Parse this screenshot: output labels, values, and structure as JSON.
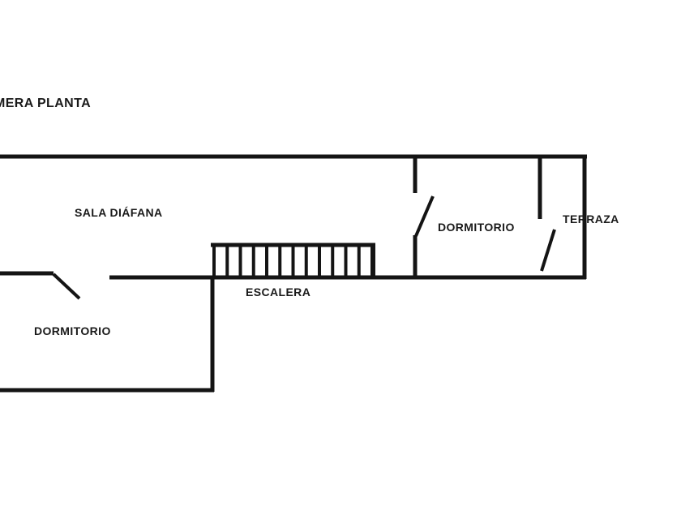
{
  "title": "MERA PLANTA",
  "labels": {
    "sala": "SALA DIÁFANA",
    "dormitorio_top": "DORMITORIO",
    "terraza": "TERRAZA",
    "escalera": "ESCALERA",
    "dormitorio_bottom": "DORMITORIO"
  },
  "stairs": {
    "tread_count": 13
  },
  "colors": {
    "wall": "#141414",
    "text": "#1a1a1a",
    "background": "#ffffff"
  }
}
